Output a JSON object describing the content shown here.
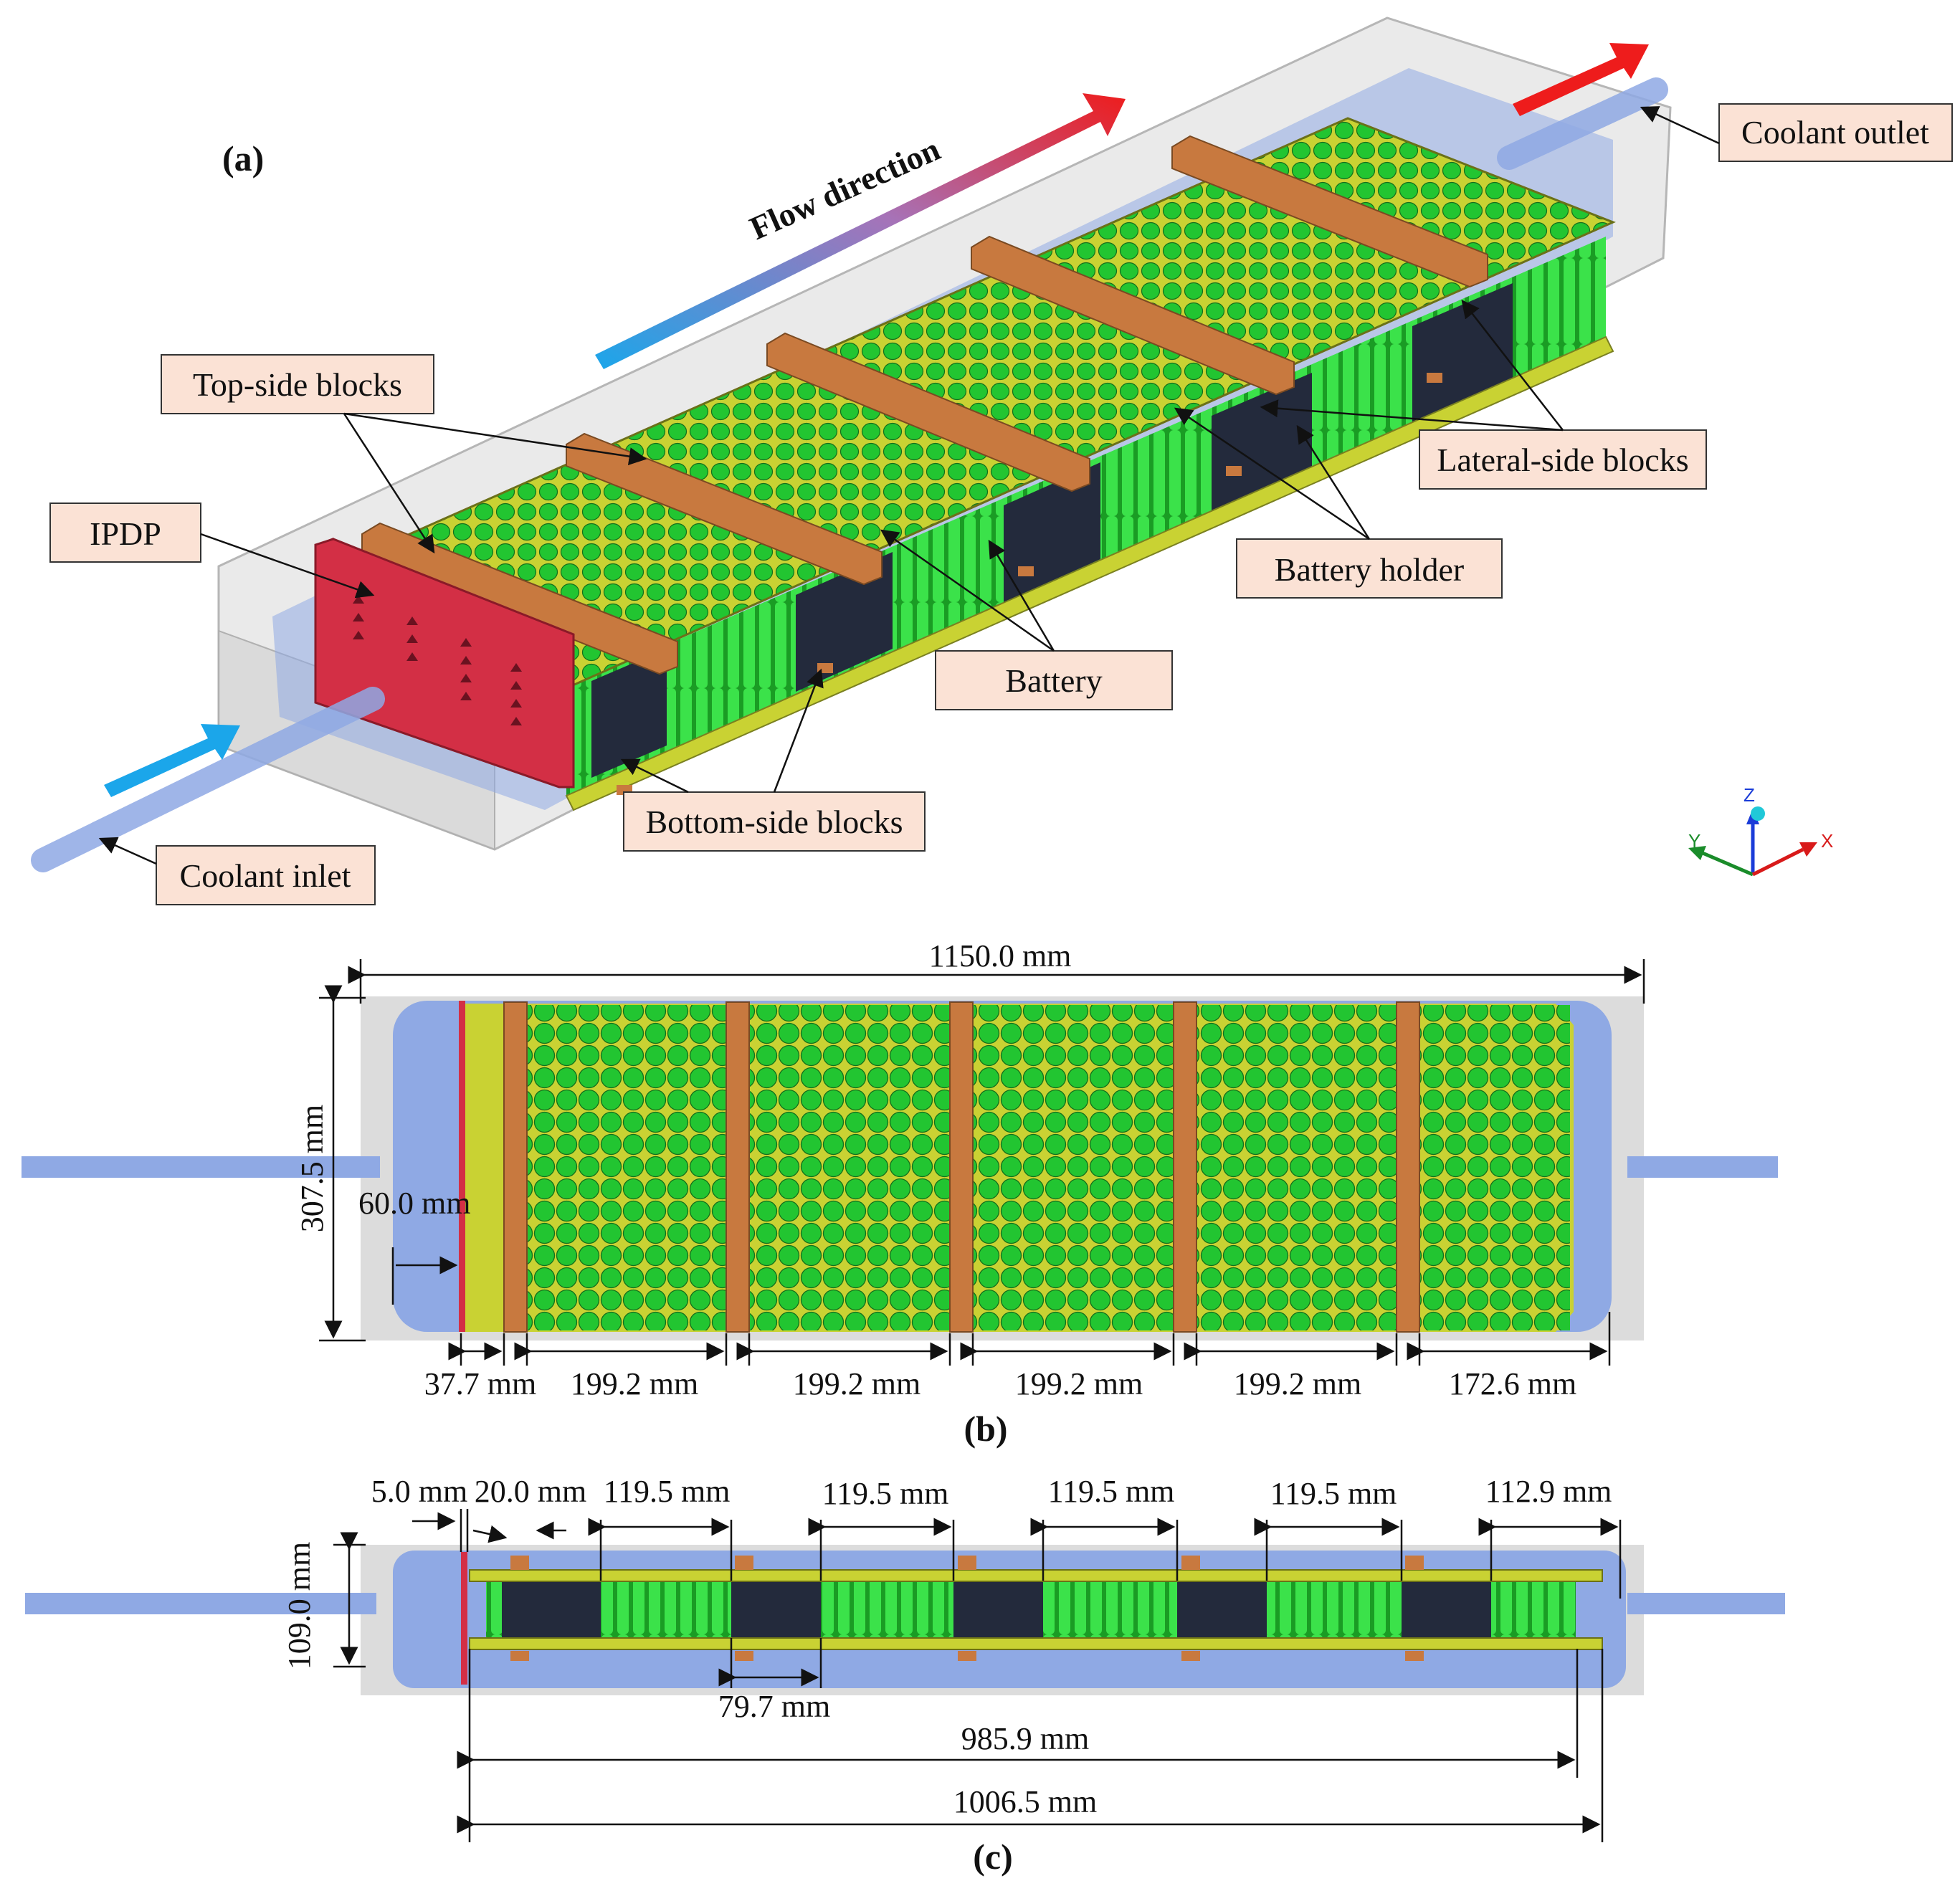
{
  "panels": {
    "a": "(a)",
    "b": "(b)",
    "c": "(c)"
  },
  "labels": {
    "flow_direction": "Flow direction",
    "coolant_outlet": "Coolant outlet",
    "coolant_inlet": "Coolant inlet",
    "top_side_blocks": "Top-side blocks",
    "lateral_side_blocks": "Lateral-side blocks",
    "ipdp": "IPDP",
    "battery_holder": "Battery holder",
    "battery": "Battery",
    "bottom_side_blocks": "Bottom-side blocks"
  },
  "axes": {
    "z": "Z",
    "y": "Y",
    "x": "X"
  },
  "dimensions_b": {
    "total_length": "1150.0 mm",
    "height": "307.5 mm",
    "inlet_gap": "60.0 mm",
    "first_offset": "37.7 mm",
    "pitch_1": "199.2 mm",
    "pitch_2": "199.2 mm",
    "pitch_3": "199.2 mm",
    "pitch_4": "199.2 mm",
    "last_segment": "172.6 mm"
  },
  "dimensions_c": {
    "plate_thickness": "5.0 mm",
    "block_width": "20.0 mm",
    "seg_1": "119.5 mm",
    "seg_2": "119.5 mm",
    "seg_3": "119.5 mm",
    "seg_4": "119.5 mm",
    "seg_5": "112.9 mm",
    "height": "109.0 mm",
    "block_gap": "79.7 mm",
    "holder_length": "985.9 mm",
    "total_length": "1006.5 mm"
  },
  "colors": {
    "battery_green": "#22c531",
    "holder_yellow": "#c9d233",
    "block_brown": "#c8793f",
    "ipdp_red": "#d32f45",
    "coolant_blue": "#8fa9e4",
    "casing_gray": "#dcdcdc",
    "callout_fill": "#fbe2d5",
    "dark_block": "#232a3c",
    "arrow_red": "#ee1c1c",
    "arrow_blue": "#1ba6ea"
  }
}
